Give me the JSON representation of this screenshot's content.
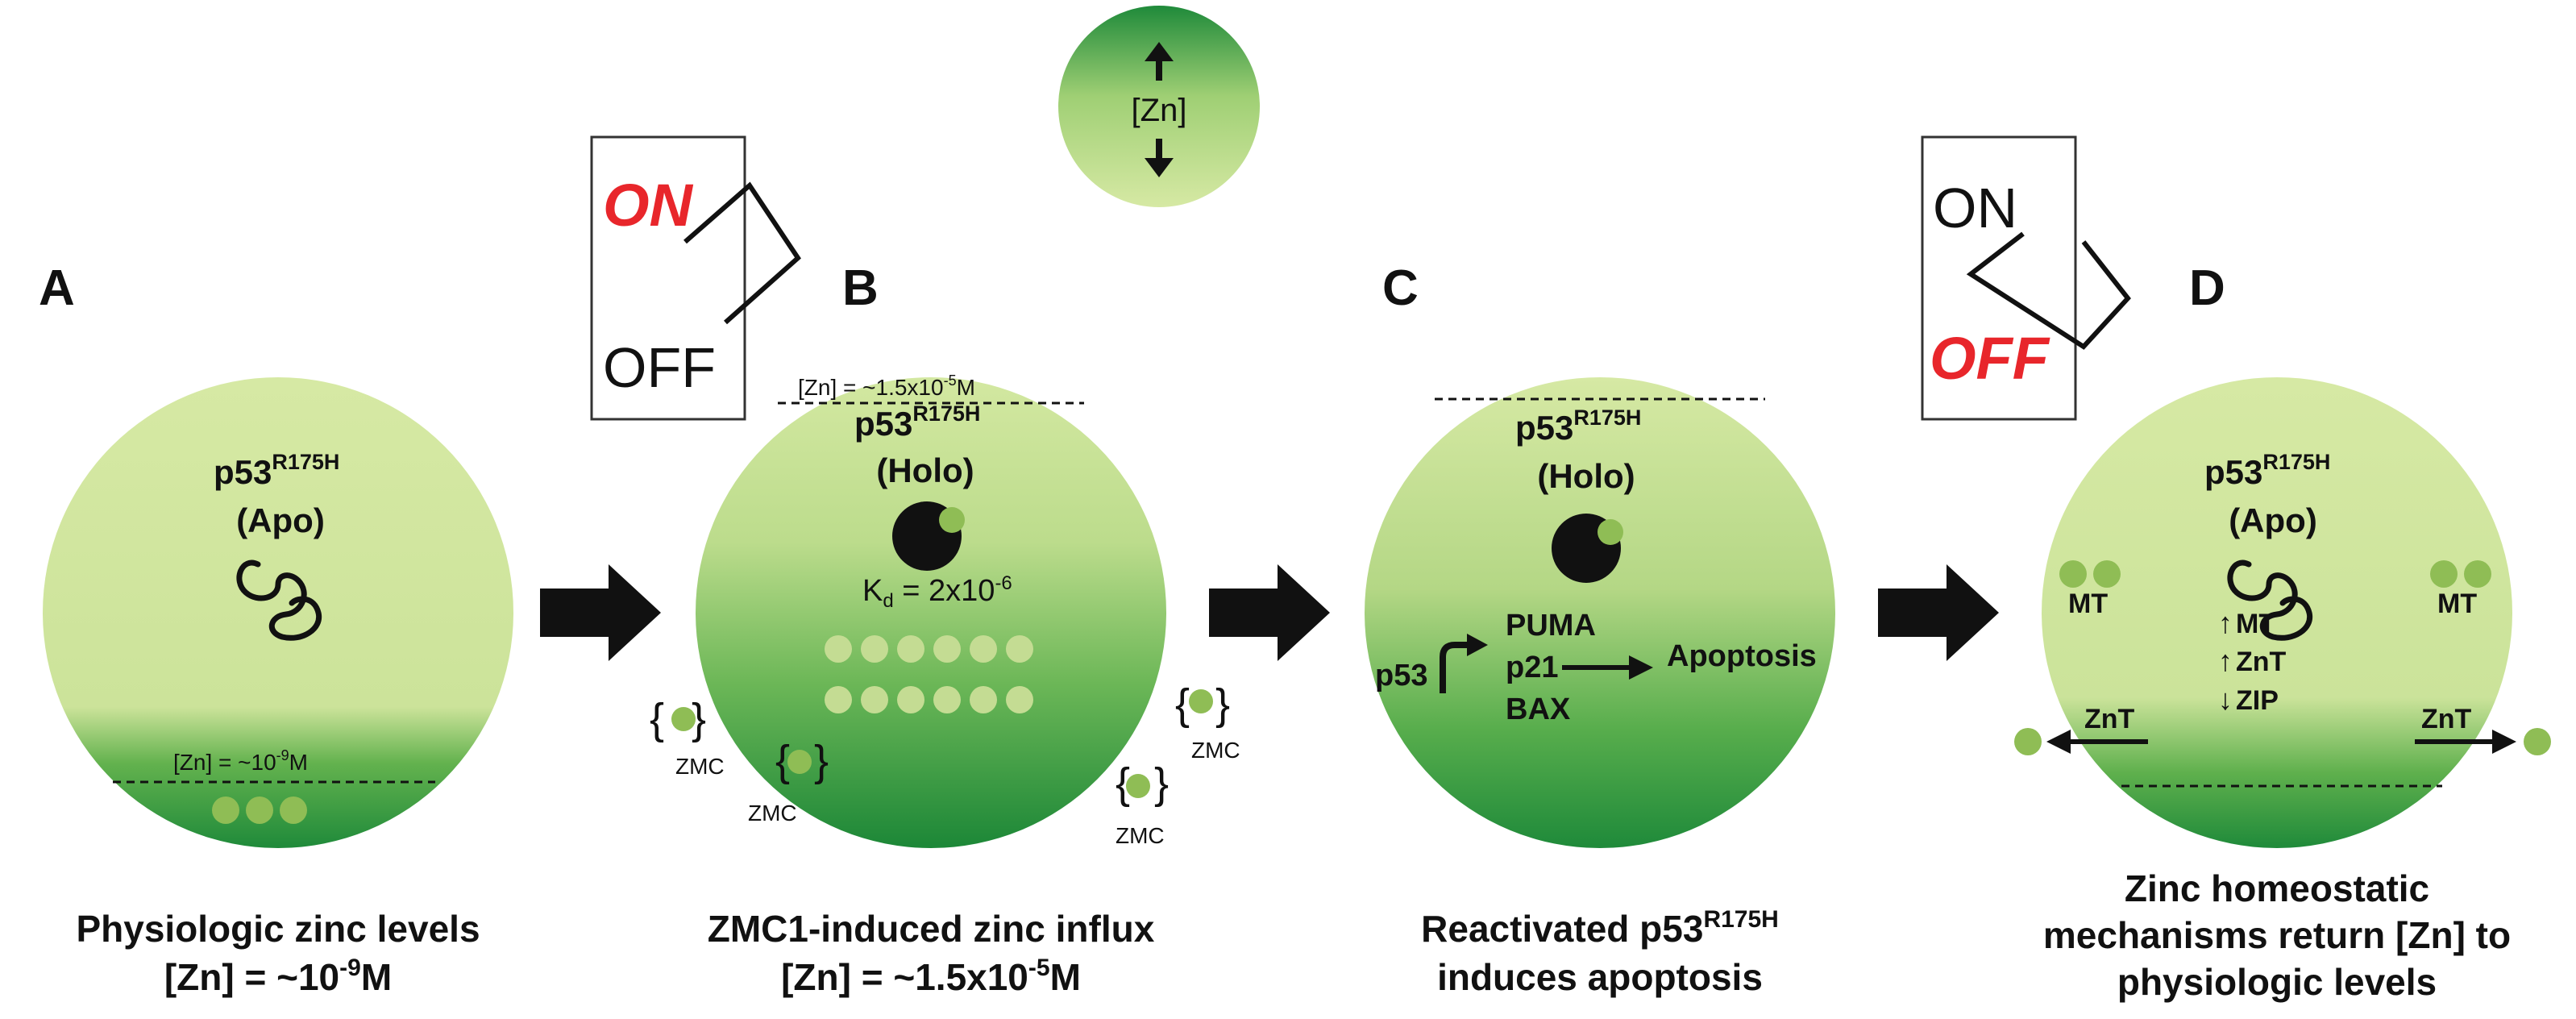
{
  "colors": {
    "cell_light": "#d4e7a0",
    "cell_dark": "#1f8a3a",
    "zinc_dot": "#8fbd55",
    "zinc_dot_faint": "#c9df9a",
    "text": "#111111",
    "switch_on_red": "#e8262b"
  },
  "legend_indicator": {
    "text": "[Zn]",
    "up_icon": "arrow-up-icon",
    "down_icon": "arrow-down-icon"
  },
  "switches": [
    {
      "id": "switch-on",
      "on": "ON",
      "off": "OFF",
      "highlighted": "on"
    },
    {
      "id": "switch-off",
      "on": "ON",
      "off": "OFF",
      "highlighted": "off"
    }
  ],
  "panels": [
    {
      "letter": "A",
      "protein": "p53",
      "protein_sup": "R175H",
      "state": "(Apo)",
      "zn_label": "[Zn] = ~10",
      "zn_sup": "-9",
      "zn_unit": "M",
      "caption_line1": "Physiologic zinc levels",
      "caption_line2_pre": "[Zn] = ~10",
      "caption_line2_sup": "-9",
      "caption_line2_post": "M"
    },
    {
      "letter": "B",
      "protein": "p53",
      "protein_sup": "R175H",
      "state": "(Holo)",
      "zn_label": "[Zn] = ~1.5x10",
      "zn_sup": "-5",
      "zn_unit": "M",
      "kd_pre": "K",
      "kd_sub": "d",
      "kd_post": " = 2x10",
      "kd_sup": "-6",
      "zmc_label": "ZMC",
      "caption_line1": "ZMC1-induced zinc influx",
      "caption_line2_pre": "[Zn] = ~1.5x10",
      "caption_line2_sup": "-5",
      "caption_line2_post": "M"
    },
    {
      "letter": "C",
      "protein": "p53",
      "protein_sup": "R175H",
      "state": "(Holo)",
      "gene_promoter": "p53",
      "targets": [
        "PUMA",
        "p21",
        "BAX"
      ],
      "outcome": "Apoptosis",
      "caption_line1_pre": "Reactivated p53",
      "caption_line1_sup": "R175H",
      "caption_line2": "induces apoptosis"
    },
    {
      "letter": "D",
      "protein": "p53",
      "protein_sup": "R175H",
      "state": "(Apo)",
      "mt_label": "MT",
      "znt_label": "ZnT",
      "regulation": [
        {
          "dir": "up",
          "label": "MT"
        },
        {
          "dir": "up",
          "label": "ZnT"
        },
        {
          "dir": "down",
          "label": "ZIP"
        }
      ],
      "caption_line1": "Zinc homeostatic",
      "caption_line2": "mechanisms return [Zn] to",
      "caption_line3": "physiologic levels"
    }
  ]
}
